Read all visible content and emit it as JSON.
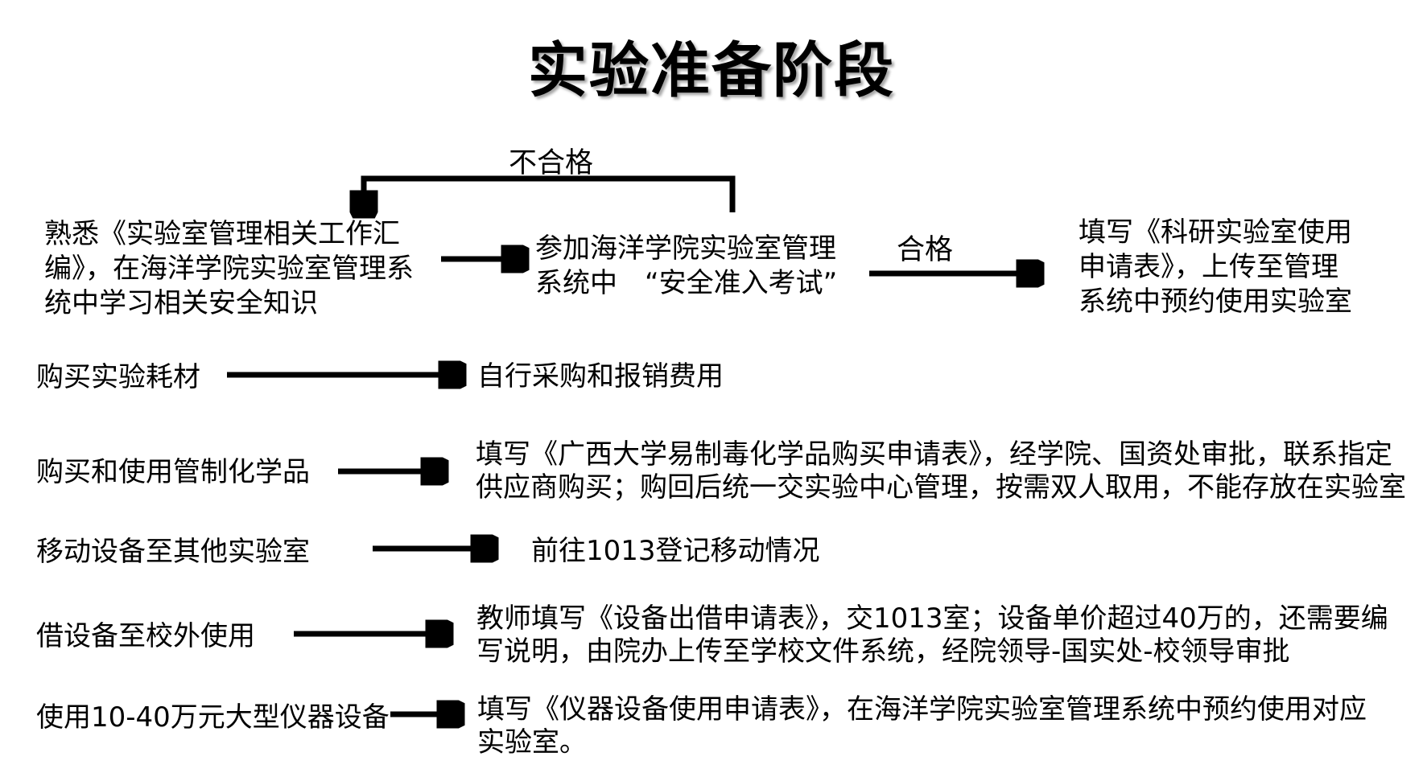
{
  "title": "实验准备阶段",
  "flow": {
    "fail_label": "不合格",
    "pass_label": "合格",
    "study": "熟悉《实验室管理相关工作汇\n编》，在海洋学院实验室管理系\n统中学习相关安全知识",
    "exam": "参加海洋学院实验室管理\n系统中　“安全准入考试”",
    "apply": "填写《科研实验室使用\n申请表》，上传至管理\n系统中预约使用实验室"
  },
  "rows": [
    {
      "label": "购买实验耗材",
      "detail": "自行采购和报销费用"
    },
    {
      "label": "购买和使用管制化学品",
      "detail": "填写《广西大学易制毒化学品购买申请表》，经学院、国资处审批，联系指定\n供应商购买；购回后统一交实验中心管理，按需双人取用，不能存放在实验室"
    },
    {
      "label": "移动设备至其他实验室",
      "detail": "前往1013登记移动情况"
    },
    {
      "label": "借设备至校外使用",
      "detail": "教师填写《设备出借申请表》，交1013室；设备单价超过40万的，还需要编\n写说明，由院办上传至学校文件系统，经院领导-国实处-校领导审批"
    },
    {
      "label": "使用10-40万元大型仪器设备",
      "detail": "填写《仪器设备使用申请表》，在海洋学院实验室管理系统中预约使用对应\n实验室。"
    }
  ]
}
